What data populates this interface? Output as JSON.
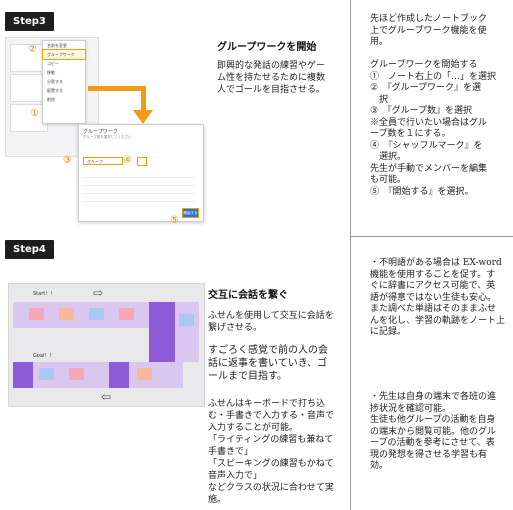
{
  "step3": {
    "label": "Step3",
    "menu_items": [
      "名前を変更",
      "グループワーク",
      "コピー",
      "移動",
      "分割する",
      "配置する",
      "削除"
    ],
    "dialog": {
      "title": "グループワーク",
      "subtitle": "グループ数を選択してください",
      "group_select": "グループ",
      "start_button": "開始する"
    },
    "step_numbers": [
      "①",
      "②",
      "③",
      "④",
      "⑤"
    ],
    "title": "グループワークを開始",
    "body": "即興的な発話の練習やゲー\nム性を持たせるために複数\n人でゴールを目指させる。"
  },
  "step4": {
    "label": "Step4",
    "board": {
      "start": "Start！！",
      "goal": "Goal！！"
    },
    "title": "交互に会話を繋ぐ",
    "body1": "ふせんを使用して交互に会話を\n繋げさせる。",
    "body2": "すごろく感覚で前の人の会\n話に返事を書いていき、ゴ\nールまで目指す。",
    "body3": "ふせんはキーボードで打ち込\nむ・手書きで入力する・音声で\n入力することが可能。\n「ライティングの練習も兼ねて\n手書きで」\n「スピーキングの練習もかねて\n音声入力で」\nなどクラスの状況に合わせて実\n施。"
  },
  "right": {
    "block1": "先ほど作成したノートブック\n上でグループワーク機能を使\n用。\n\nグループワークを開始する\n①　ノート右上の「…」を選択\n②　『グループワーク』を選\n　択\n③　『グループ数』を選択\n※全員で行いたい場合はグル\nープ数を１にする。\n④　『シャッフルマーク』を\n　選択。\n先生が手動でメンバーを編集\nも可能。\n⑤　『開始する』を選択。",
    "block2": "・不明語がある場合は EX-word\n機能を使用することを促す。す\nぐに辞書にアクセス可能で、英\n語が得意ではない生徒も安心。\nまた調べた単語はそのままふせ\nんを化し、学習の軌跡をノート上\nに記録。",
    "block3": "・先生は自身の端末で各班の進\n捗状況を確認可能。\n生徒も他グループの活動を自身\nの端末から閲覧可能。他のグル\nープの活動を参考にさせて、表\n現の発想を得させる学習も有\n効。"
  },
  "colors": {
    "accent_orange": "#f39c12",
    "board_purple": "#8e5bd6",
    "sticky_pink": "#f7a6b8",
    "sticky_blue": "#a9c8f2",
    "sticky_salmon": "#f7b99c"
  }
}
